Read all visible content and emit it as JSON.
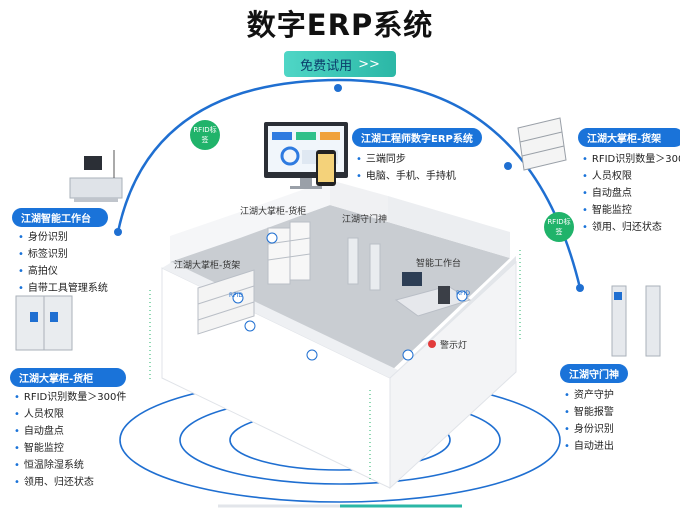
{
  "page": {
    "title": "数字ERP系统",
    "cta_label": "免费试用",
    "cta_arrow": ">>"
  },
  "center_top": {
    "title": "江湖工程师数字ERP系统",
    "features": [
      "三端同步",
      "电脑、手机、手持机"
    ]
  },
  "left_top": {
    "title": "江湖智能工作台",
    "features": [
      "身份识别",
      "标签识别",
      "高拍仪",
      "自带工具管理系统"
    ]
  },
  "left_bottom": {
    "title": "江湖大掌柜-货柜",
    "features": [
      "RFID识别数量＞300件",
      "人员权限",
      "自动盘点",
      "智能监控",
      "恒温除湿系统",
      "领用、归还状态"
    ]
  },
  "right_top": {
    "title": "江湖大掌柜-货架",
    "features": [
      "RFID识别数量＞300",
      "人员权限",
      "自动盘点",
      "智能监控",
      "领用、归还状态"
    ]
  },
  "right_bottom": {
    "title": "江湖守门神",
    "features": [
      "资产守护",
      "智能报警",
      "身份识别",
      "自动进出"
    ]
  },
  "arc_bubbles": {
    "left": "RFID标签",
    "right": "RFID标签"
  },
  "room_labels": {
    "shelf_top": "江湖大掌柜-货柜",
    "door": "江湖守门神",
    "shelf_left": "江湖大掌柜-货架",
    "workstation": "智能工作台",
    "alarm": "警示灯"
  },
  "rfid_tag": "RFID",
  "colors": {
    "accent": "#1a73d9",
    "cta": "#2bb7a6",
    "arc": "#1f6fd1",
    "rfid": "#20b36a"
  }
}
